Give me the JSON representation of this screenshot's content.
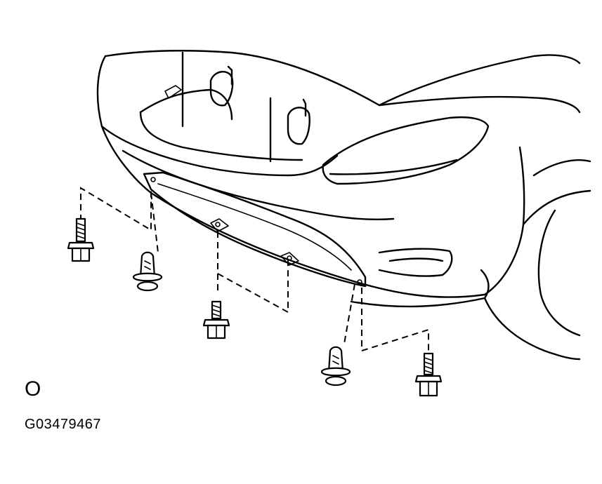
{
  "figure": {
    "marker_label": "O",
    "code_label": "G03479467"
  },
  "parts": {
    "bolts": 3,
    "clips": 2
  }
}
